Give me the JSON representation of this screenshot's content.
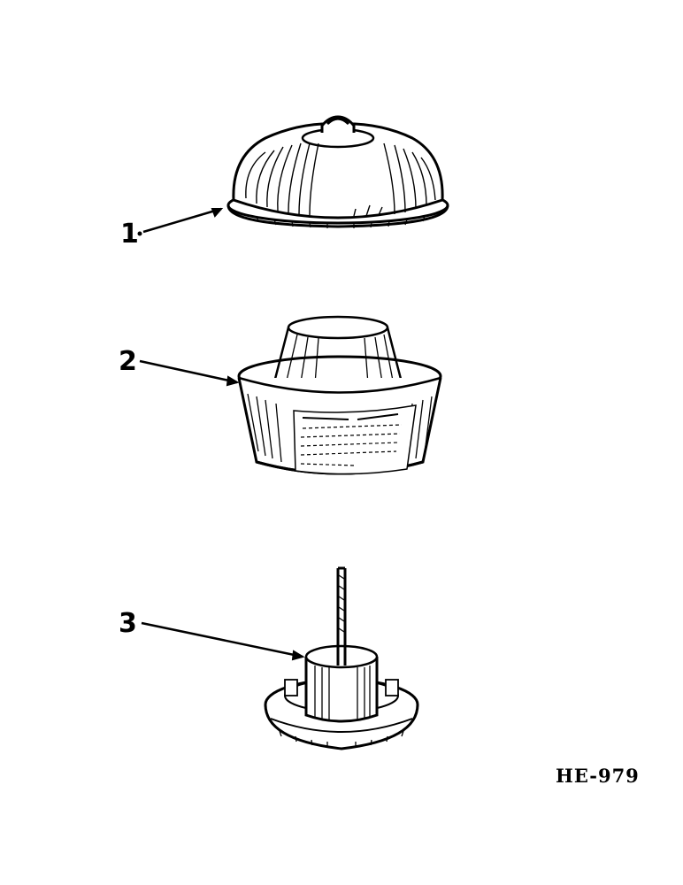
{
  "callouts": [
    {
      "number": "1",
      "part": "cover"
    },
    {
      "number": "2",
      "part": "cup"
    },
    {
      "number": "3",
      "part": "base"
    }
  ],
  "drawing_id": "HE-979"
}
